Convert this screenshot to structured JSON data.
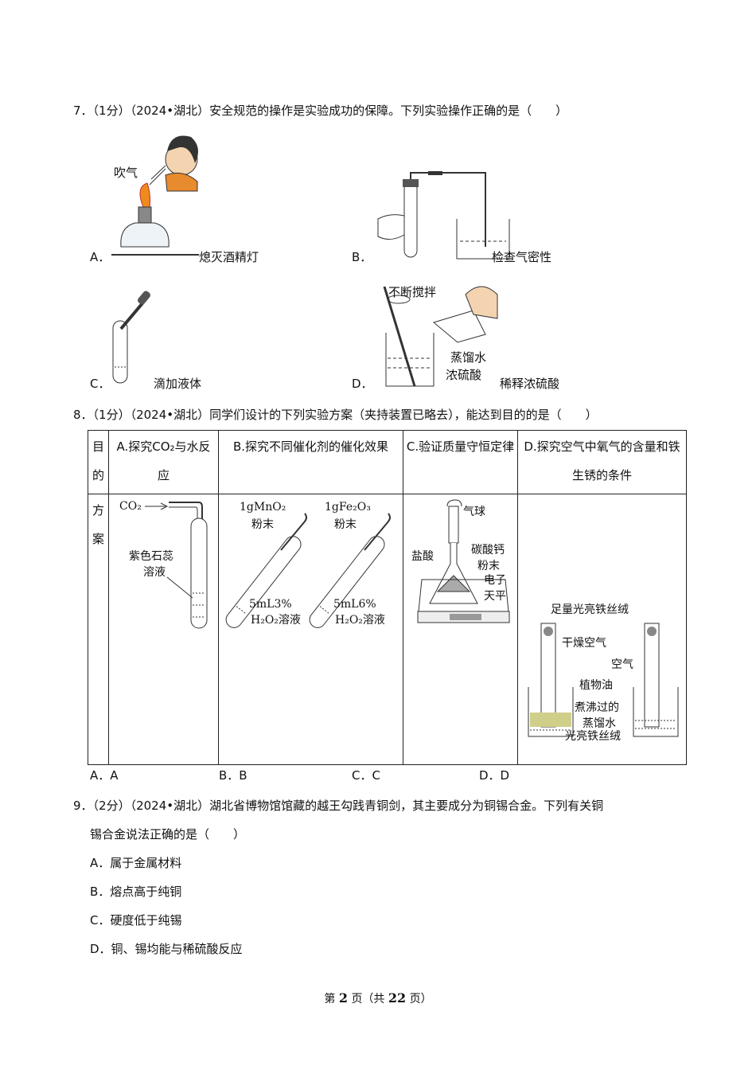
{
  "q7": {
    "stem": "7．（1分）（2024•湖北）安全规范的操作是实验成功的保障。下列实验操作正确的是（　　）",
    "options": [
      {
        "letter": "A．",
        "caption": "熄灭酒精灯",
        "label": "吹气"
      },
      {
        "letter": "B．",
        "caption": "检查气密性"
      },
      {
        "letter": "C．",
        "caption": "滴加液体"
      },
      {
        "letter": "D．",
        "caption": "稀释浓硫酸",
        "labels": [
          "不断搅拌",
          "蒸馏水",
          "浓硫酸"
        ]
      }
    ]
  },
  "q8": {
    "stem": "8．（1分）（2024•湖北）同学们设计的下列实验方案（夹持装置已略去），能达到目的的是（　　）",
    "row1_header": "目的",
    "row2_header": "方案",
    "purposes": [
      "A.探究CO₂与水反应",
      "B.探究不同催化剂的催化效果",
      "C.验证质量守恒定律",
      "D.探究空气中氧气的含量和铁生锈的条件"
    ],
    "figA": {
      "gas": "CO₂",
      "liquid1": "紫色石蕊",
      "liquid2": "溶液"
    },
    "figB": {
      "cat1": "1gMnO₂",
      "cat1b": "粉末",
      "cat2": "1gFe₂O₃",
      "cat2b": "粉末",
      "sol1": "5mL3%",
      "sol2": "5mL6%",
      "sol": "H₂O₂溶液"
    },
    "figC": {
      "balloon": "气球",
      "acid": "盐酸",
      "powder1": "碳酸钙",
      "powder2": "粉末",
      "balance1": "电子",
      "balance2": "天平"
    },
    "figD": {
      "wool": "足量光亮铁丝绒",
      "dry_air": "干燥空气",
      "air": "空气",
      "oil": "植物油",
      "boiled1": "煮沸过的",
      "boiled2": "蒸馏水",
      "iron": "光亮铁丝绒"
    },
    "options": [
      "A．A",
      "B．B",
      "C．C",
      "D．D"
    ]
  },
  "q9": {
    "stem_line1": "9．（2分）（2024•湖北）湖北省博物馆馆藏的越王勾践青铜剑，其主要成分为铜锡合金。下列有关铜",
    "stem_line2": "锡合金说法正确的是（　　）",
    "options": [
      "A．属于金属材料",
      "B．熔点高于纯铜",
      "C．硬度低于纯锡",
      "D．铜、锡均能与稀硫酸反应"
    ]
  },
  "footer": {
    "pre": "第",
    "page": "2",
    "mid": "页（共",
    "total": "22",
    "post": "页）"
  }
}
